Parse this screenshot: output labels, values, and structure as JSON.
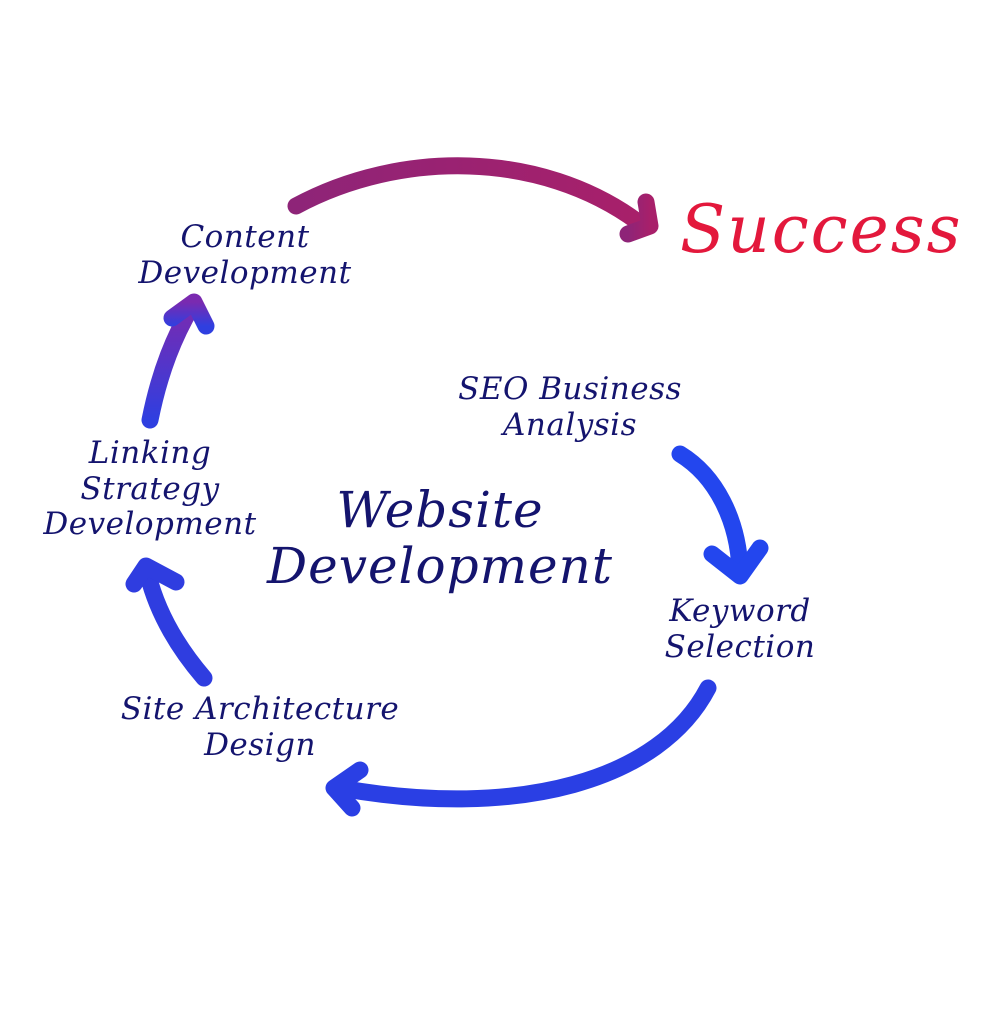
{
  "diagram": {
    "center_title": [
      "Website",
      "Development"
    ],
    "goal": "Success",
    "steps": [
      {
        "lines": [
          "SEO Business",
          "Analysis"
        ]
      },
      {
        "lines": [
          "Keyword",
          "Selection"
        ]
      },
      {
        "lines": [
          "Site Architecture",
          "Design"
        ]
      },
      {
        "lines": [
          "Linking",
          "Strategy",
          "Development"
        ]
      },
      {
        "lines": [
          "Content",
          "Development"
        ]
      }
    ]
  },
  "colors": {
    "text": "#14146e",
    "goal_text": "#e3183c",
    "arrow_blue": "#2645e6",
    "arrow_purple": "#6a2aa8",
    "arrow_magenta": "#a0206e"
  }
}
